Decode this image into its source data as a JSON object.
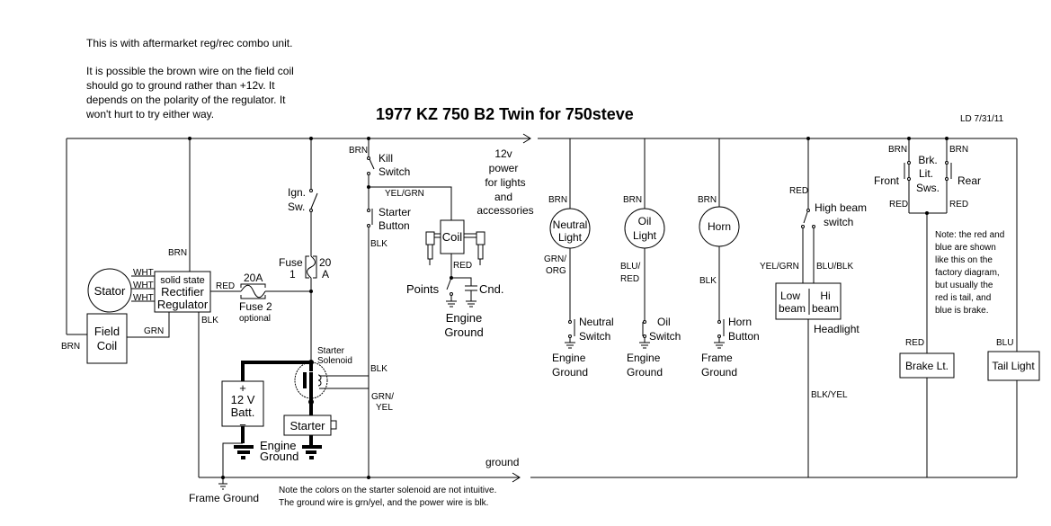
{
  "header": {
    "title": "1977 KZ 750 B2 Twin for 750steve",
    "author_date": "LD 7/31/11",
    "note_top_1": "This is with aftermarket reg/rec combo unit.",
    "note_top_2": [
      "It is possible the brown wire on the field coil",
      "should go to ground rather than +12v.  It",
      "depends on the polarity of the regulator.  It",
      "won't hurt to try either way."
    ]
  },
  "bus": {
    "power_label": [
      "12v",
      "power",
      "for lights",
      "and",
      "accessories"
    ],
    "ground_label": "ground"
  },
  "charging": {
    "stator": "Stator",
    "wht": "WHT",
    "regulator": [
      "solid state",
      "Rectifier",
      "Regulator"
    ],
    "field_coil": [
      "Field",
      "Coil"
    ],
    "brn": "BRN",
    "grn": "GRN",
    "blk": "BLK",
    "red": "RED",
    "fuse2_rating": "20A",
    "fuse2": [
      "Fuse 2",
      "optional"
    ],
    "fuse1": [
      "Fuse",
      "1"
    ],
    "fuse1_rating": [
      "20",
      "A"
    ]
  },
  "ignition": {
    "ign_sw": [
      "Ign.",
      "Sw."
    ],
    "kill_switch": [
      "Kill",
      "Switch"
    ],
    "yel_grn": "YEL/GRN",
    "starter_button": [
      "Starter",
      "Button"
    ],
    "blk": "BLK",
    "coil": "Coil",
    "red": "RED",
    "points": "Points",
    "cnd": "Cnd.",
    "ground": [
      "Engine",
      "Ground"
    ],
    "brn": "BRN"
  },
  "starter": {
    "solenoid": [
      "Starter",
      "Solenoid"
    ],
    "blk": "BLK",
    "grn_yel": [
      "GRN/",
      "YEL"
    ],
    "battery": [
      "+",
      "12 V",
      "Batt.",
      "−"
    ],
    "starter": "Starter",
    "engine_ground": [
      "Engine",
      "Ground"
    ],
    "frame_ground": [
      "Frame",
      "Ground"
    ],
    "note": [
      "Note the colors on the starter solenoid are not intuitive.",
      "The ground wire is grn/yel, and the power wire is blk."
    ]
  },
  "indicators": [
    {
      "wire_in": "BRN",
      "lamp": [
        "Neutral",
        "Light"
      ],
      "wire_out": [
        "GRN/",
        "ORG"
      ],
      "switch": [
        "Neutral",
        "Switch"
      ],
      "ground": [
        "Engine",
        "Ground"
      ]
    },
    {
      "wire_in": "BRN",
      "lamp": [
        "Oil",
        "Light"
      ],
      "wire_out": [
        "BLU/",
        "RED"
      ],
      "switch": [
        "Oil",
        "Switch"
      ],
      "ground": [
        "Engine",
        "Ground"
      ]
    },
    {
      "wire_in": "BRN",
      "lamp": [
        "Horn"
      ],
      "wire_out": [
        "BLK"
      ],
      "switch": [
        "Horn",
        "Button"
      ],
      "ground": [
        "Frame",
        "Ground"
      ]
    }
  ],
  "headlight": {
    "red": "RED",
    "switch": [
      "High beam",
      "switch"
    ],
    "yel_grn": "YEL/GRN",
    "blu_blk": "BLU/BLK",
    "low": [
      "Low",
      "beam"
    ],
    "hi": [
      "Hi",
      "beam"
    ],
    "label": "Headlight",
    "blk_yel": "BLK/YEL"
  },
  "brake": {
    "brn_left": "BRN",
    "brn_right": "BRN",
    "front": "Front",
    "rear": "Rear",
    "switches": [
      "Brk.",
      "Lit.",
      "Sws."
    ],
    "red_left": "RED",
    "red_right": "RED",
    "note": [
      "Note: the red and",
      "blue are shown",
      "like this on the",
      "factory diagram,",
      "but usually the",
      "red is tail, and",
      "blue is brake."
    ],
    "red_lamp": "RED",
    "brake_lamp": "Brake Lt.",
    "blu": "BLU",
    "tail_lamp": "Tail Light"
  }
}
